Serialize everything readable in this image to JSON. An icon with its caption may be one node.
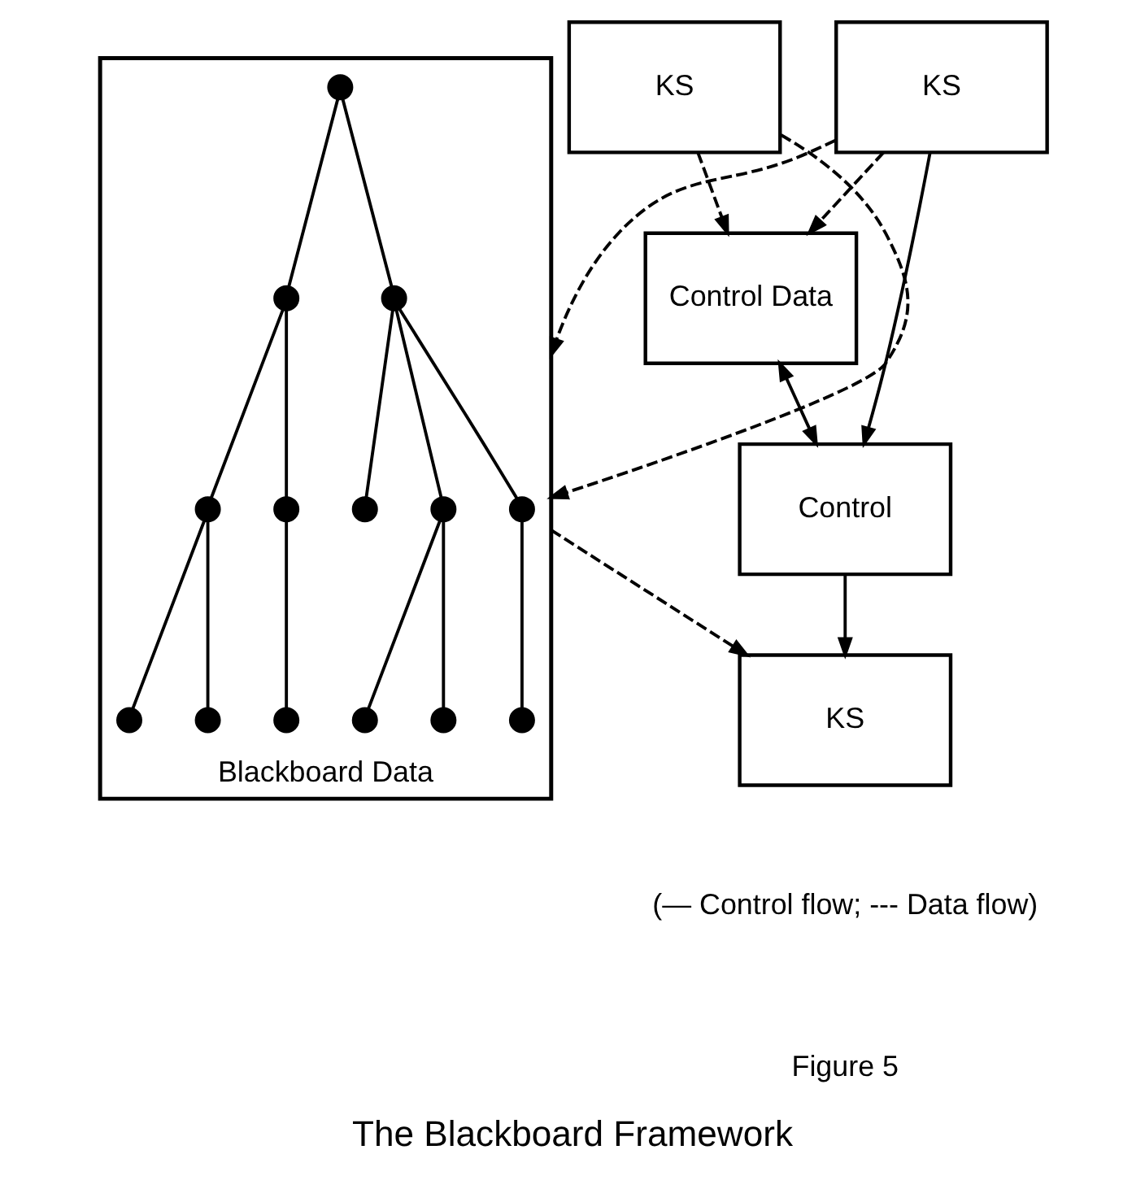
{
  "diagram": {
    "caption": "The Blackboard Framework",
    "nodes": [
      {
        "text": [
          "Blackboard Data"
        ]
      },
      {
        "text": [],
        "shape": "circle",
        "in": 0
      },
      {
        "text": [],
        "shape": "circle",
        "in": 0
      },
      {
        "text": [],
        "shape": "circle",
        "in": 0
      },
      {
        "text": [],
        "shape": "circle",
        "in": 0
      },
      {
        "text": [],
        "shape": "circle",
        "in": 0
      },
      {
        "text": [],
        "shape": "circle",
        "in": 0
      },
      {
        "text": [],
        "shape": "circle",
        "in": 0
      },
      {
        "text": [],
        "shape": "circle",
        "in": 0
      },
      {
        "text": [],
        "shape": "circle",
        "in": 0
      },
      {
        "text": [],
        "shape": "circle",
        "in": 0
      },
      {
        "text": [],
        "shape": "circle",
        "in": 0
      },
      {
        "text": [],
        "shape": "circle",
        "in": 0
      },
      {
        "text": [],
        "shape": "circle",
        "in": 0
      },
      {
        "text": [],
        "shape": "circle",
        "in": 0
      },
      {
        "text": [
          "KS"
        ]
      },
      {
        "text": [
          "KS"
        ]
      },
      {
        "text": [
          "KS"
        ]
      },
      {
        "text": [
          "Control Data"
        ]
      },
      {
        "text": [
          "Control"
        ]
      }
    ],
    "edges": [
      {
        "from": 1,
        "to": 2,
        "arrow": "none"
      },
      {
        "from": 1,
        "to": 3,
        "arrow": "none"
      },
      {
        "from": 2,
        "to": 4,
        "arrow": "none"
      },
      {
        "from": 2,
        "to": 5,
        "arrow": "none"
      },
      {
        "from": 3,
        "to": 6,
        "arrow": "none"
      },
      {
        "from": 3,
        "to": 7,
        "arrow": "none"
      },
      {
        "from": 3,
        "to": 8,
        "arrow": "none"
      },
      {
        "from": 4,
        "to": 9,
        "arrow": "none"
      },
      {
        "from": 4,
        "to": 10,
        "arrow": "none"
      },
      {
        "from": 5,
        "to": 11,
        "arrow": "none"
      },
      {
        "from": 7,
        "to": 12,
        "arrow": "none"
      },
      {
        "from": 7,
        "to": 13,
        "arrow": "none"
      },
      {
        "from": 8,
        "to": 14,
        "arrow": "none"
      },
      {
        "from": 15,
        "to": 0,
        "arrow": "to",
        "style": "dashed"
      },
      {
        "from": 15,
        "to": 18,
        "arrow": "to",
        "style": "dashed"
      },
      {
        "from": 0,
        "to": 16,
        "arrow": "to",
        "style": "dashed"
      },
      {
        "from": 17,
        "to": 0,
        "arrow": "to",
        "style": "dashed"
      },
      {
        "from": 17,
        "to": 18,
        "arrow": "to",
        "style": "dashed"
      },
      {
        "from": 15,
        "to": 19,
        "arrow": "to"
      },
      {
        "from": 19,
        "to": 16,
        "arrow": "to"
      },
      {
        "from": 18,
        "to": 19,
        "arrow": "both"
      }
    ],
    "labels": [
      "(— Control flow; --- Data flow)",
      "Figure 5"
    ]
  }
}
